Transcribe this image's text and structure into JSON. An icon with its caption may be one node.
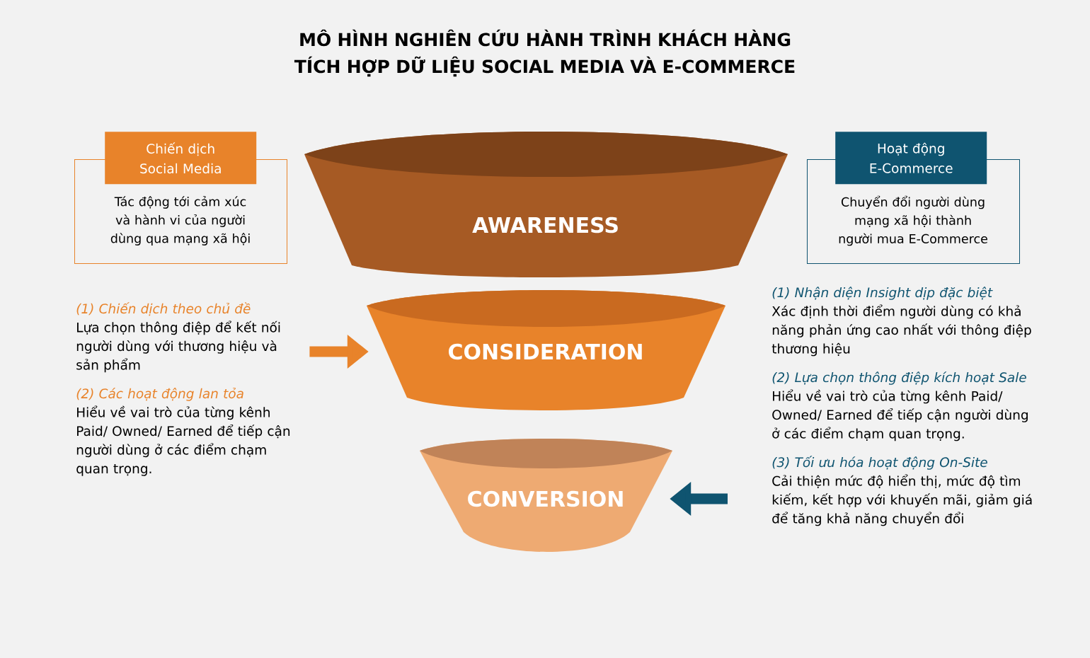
{
  "diagram": {
    "title": "MÔ HÌNH NGHIÊN CỨU HÀNH TRÌNH KHÁCH HÀNG TÍCH HỢP DỮ LIỆU SOCIAL MEDIA VÀ E-COMMERCE",
    "nodes": [
      {
        "text": [
          "Chiến dịch Social Media",
          "Tác động tới cảm xúc và hành vi của người dùng qua mạng xã hội"
        ]
      },
      {
        "text": [
          "AWARENESS"
        ]
      },
      {
        "text": [
          "Hoạt động E-Commerce",
          "Chuyển đổi người dùng mạng xã hội thành người mua E-Commerce"
        ]
      },
      {
        "text": [
          "(1) Chiến dịch theo chủ đề",
          "Lựa chọn thông điệp để kết nối người dùng với thương hiệu và sản phẩm",
          "(2) Các hoạt động lan tỏa",
          "Hiểu về vai trò của từng kênh Paid/ Owned/ Earned để tiếp cận người dùng ở các điểm chạm quan trọng."
        ]
      },
      {
        "text": [
          "CONSIDERATION"
        ]
      },
      {
        "text": [
          "(1) Nhận diện Insight dịp đặc biệt",
          "Xác định thời điểm người dùng có khả năng phản ứng cao nhất với thông điệp thương hiệu",
          "(2) Lựa chọn thông điệp kích hoạt Sale",
          "Hiểu về vai trò của từng kênh Paid/ Owned/ Earned để tiếp cận người dùng ở các điểm chạm quan trọng.",
          "(3) Tối ưu hóa hoạt động On-Site",
          "Cải thiện mức độ hiển thị, mức độ tìm kiếm, kết hợp với khuyến mãi, giảm giá để tăng khả năng chuyển đổi"
        ]
      },
      {
        "text": [
          "CONVERSION"
        ]
      }
    ],
    "edges": [
      {
        "from": 3,
        "to": 4,
        "arrow": "to",
        "color": "#e8832a"
      },
      {
        "from": 5,
        "to": 6,
        "arrow": "to",
        "color": "#0f5470"
      }
    ]
  }
}
